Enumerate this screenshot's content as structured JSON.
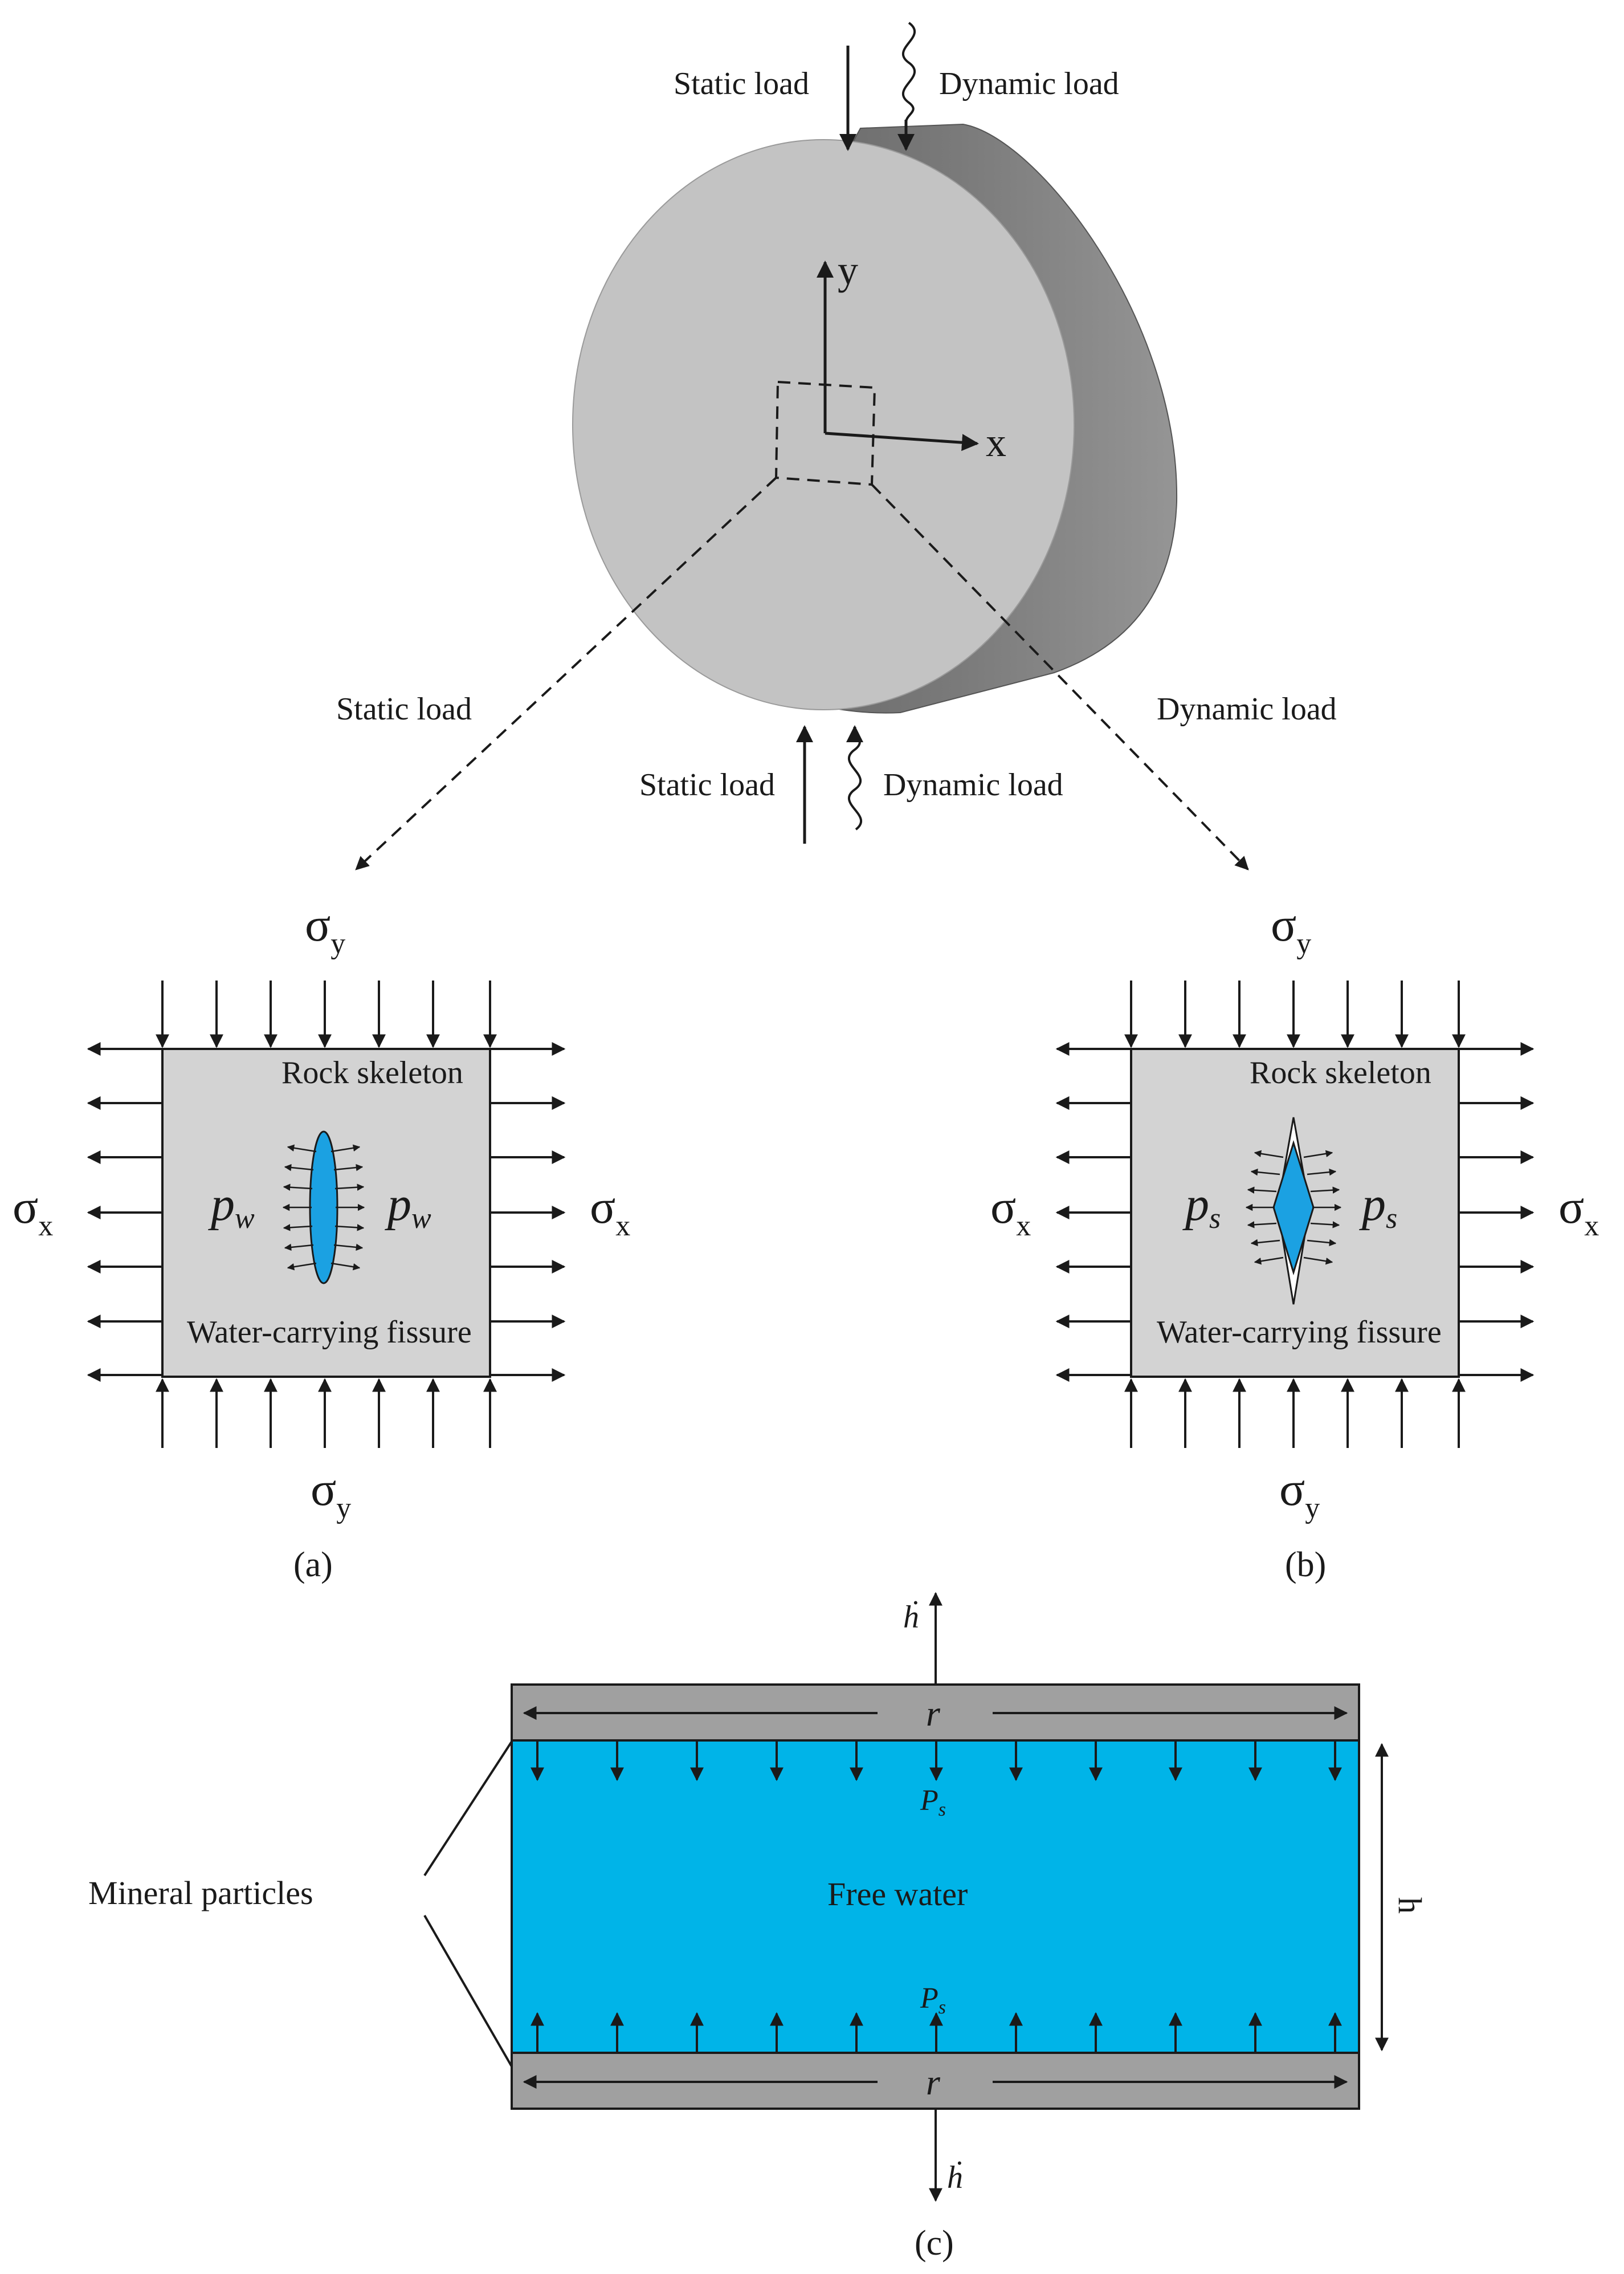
{
  "labels": {
    "static_load": "Static load",
    "dynamic_load": "Dynamic load",
    "axis_x": "x",
    "axis_y": "y",
    "sigma": "σ",
    "sub_x": "x",
    "sub_y": "y",
    "p": "p",
    "sub_w": "w",
    "sub_s": "s",
    "rock_skeleton": "Rock skeleton",
    "water_fissure": "Water-carrying fissure",
    "caption_a": "(a)",
    "caption_b": "(b)",
    "caption_c": "(c)",
    "h_dot": "ḣ",
    "r": "r",
    "P": "P",
    "free_water": "Free water",
    "h": "h",
    "mineral_particles": "Mineral particles"
  },
  "colors": {
    "disk_face": "#c3c3c3",
    "disk_side": "#707070",
    "panel_fill": "#d3d3d3",
    "water": "#00b4e8",
    "fissure": "#1ba1e2",
    "mineral": "#a0a0a0",
    "line": "#1a1a1a"
  }
}
